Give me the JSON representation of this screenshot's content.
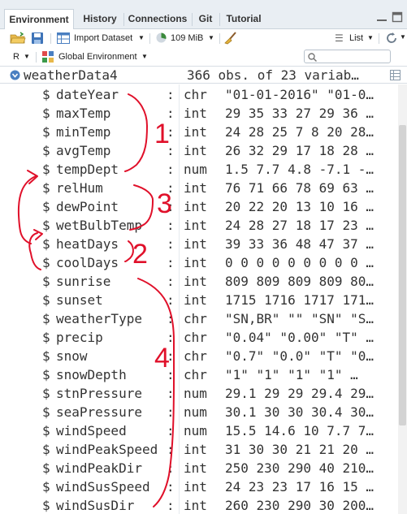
{
  "tabs": [
    {
      "label": "Environment",
      "active": true
    },
    {
      "label": "History",
      "active": false
    },
    {
      "label": "Connections",
      "active": false
    },
    {
      "label": "Git",
      "active": false
    },
    {
      "label": "Tutorial",
      "active": false
    }
  ],
  "toolbar": {
    "import_dataset": "Import Dataset",
    "memory": "109 MiB",
    "list_view": "List"
  },
  "envbar": {
    "language": "R",
    "environment": "Global Environment",
    "search_placeholder": ""
  },
  "object": {
    "name": "weatherData4",
    "summary": "366 obs. of 23 variab…"
  },
  "variables": [
    {
      "name": "dateYear",
      "type": "chr",
      "values": "\"01-01-2016\" \"01-0…"
    },
    {
      "name": "maxTemp",
      "type": "int",
      "values": "29 35 33 27 29 36 …"
    },
    {
      "name": "minTemp",
      "type": "int",
      "values": "24 28 25 7 8 20 28…"
    },
    {
      "name": "avgTemp",
      "type": "int",
      "values": "26 32 29 17 18 28 …"
    },
    {
      "name": "tempDept",
      "type": "num",
      "values": "1.5 7.7 4.8 -7.1 -…"
    },
    {
      "name": "relHum",
      "type": "int",
      "values": "76 71 66 78 69 63 …"
    },
    {
      "name": "dewPoint",
      "type": "int",
      "values": "20 22 20 13 10 16 …"
    },
    {
      "name": "wetBulbTemp",
      "type": "int",
      "values": "24 28 27 18 17 23 …"
    },
    {
      "name": "heatDays",
      "type": "int",
      "values": "39 33 36 48 47 37 …"
    },
    {
      "name": "coolDays",
      "type": "int",
      "values": "0 0 0 0 0 0 0 0 0 …"
    },
    {
      "name": "sunrise",
      "type": "int",
      "values": "809 809 809 809 80…"
    },
    {
      "name": "sunset",
      "type": "int",
      "values": "1715 1716 1717 171…"
    },
    {
      "name": "weatherType",
      "type": "chr",
      "values": "\"SN,BR\" \"\" \"SN\" \"S…"
    },
    {
      "name": "precip",
      "type": "chr",
      "values": "\"0.04\" \"0.00\" \"T\" …"
    },
    {
      "name": "snow",
      "type": "chr",
      "values": "\"0.7\" \"0.0\" \"T\" \"0…"
    },
    {
      "name": "snowDepth",
      "type": "chr",
      "values": "\"1\" \"1\" \"1\" \"1\" …"
    },
    {
      "name": "stnPressure",
      "type": "num",
      "values": "29.1 29 29 29.4 29…"
    },
    {
      "name": "seaPressure",
      "type": "num",
      "values": "30.1 30 30 30.4 30…"
    },
    {
      "name": "windSpeed",
      "type": "num",
      "values": "15.5 14.6 10 7.7 7…"
    },
    {
      "name": "windPeakSpeed",
      "type": "int",
      "values": "31 30 30 21 21 20 …"
    },
    {
      "name": "windPeakDir",
      "type": "int",
      "values": "250 230 290 40 210…"
    },
    {
      "name": "windSusSpeed",
      "type": "int",
      "values": "24 23 23 17 16 15 …"
    },
    {
      "name": "windSusDir",
      "type": "int",
      "values": "260 230 290 30 200…"
    }
  ],
  "annotation_labels": [
    "1",
    "3",
    "2",
    "4"
  ],
  "colors": {
    "annotation": "#e0102a",
    "accent": "#4a7fc1"
  }
}
